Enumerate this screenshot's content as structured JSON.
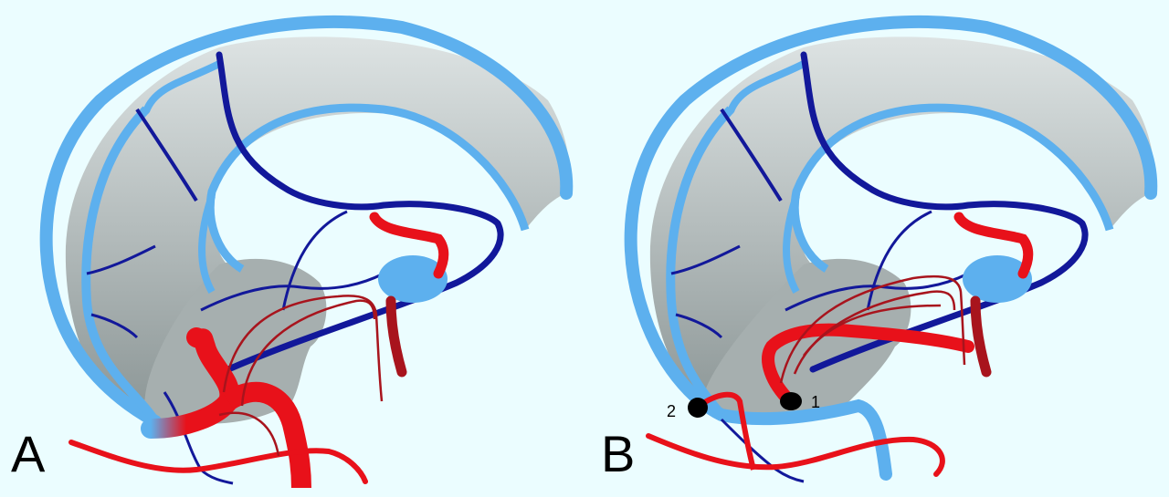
{
  "panels": [
    {
      "letter": "A",
      "markers": []
    },
    {
      "letter": "B",
      "markers": [
        {
          "label": "1"
        },
        {
          "label": "2"
        }
      ]
    }
  ],
  "colors": {
    "background": "#ebfdff",
    "vein_light": "#5db0ee",
    "vein_dark": "#12189a",
    "artery": "#e8111a",
    "artery_dark": "#a8141d",
    "tissue": "#c3cccc"
  }
}
